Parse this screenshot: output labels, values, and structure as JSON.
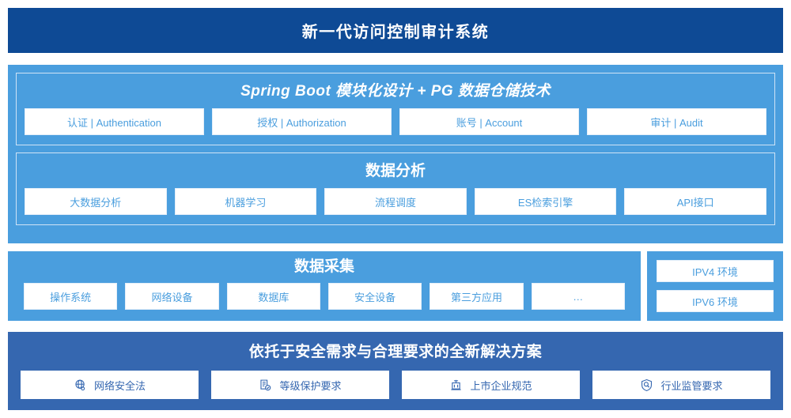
{
  "header": {
    "title": "新一代访问控制审计系统"
  },
  "colors": {
    "header_bg": "#0e4a95",
    "panel_blue": "#4a9ede",
    "bottom_blue": "#3567b0",
    "chip_bg": "#ffffff",
    "chip_text": "#4a9ede",
    "bottom_chip_text": "#3567b0"
  },
  "platform": {
    "title": "Spring Boot 模块化设计 + PG 数据仓储技术",
    "items": [
      {
        "label": "认证 | Authentication"
      },
      {
        "label": "授权 | Authorization"
      },
      {
        "label": "账号 | Account"
      },
      {
        "label": "审计 | Audit"
      }
    ]
  },
  "analysis": {
    "title": "数据分析",
    "items": [
      {
        "label": "大数据分析"
      },
      {
        "label": "机器学习"
      },
      {
        "label": "流程调度"
      },
      {
        "label": "ES检索引擎"
      },
      {
        "label": "API接口"
      }
    ]
  },
  "collection": {
    "title": "数据采集",
    "items": [
      {
        "label": "操作系统"
      },
      {
        "label": "网络设备"
      },
      {
        "label": "数据库"
      },
      {
        "label": "安全设备"
      },
      {
        "label": "第三方应用"
      },
      {
        "label": "…"
      }
    ]
  },
  "environment": {
    "items": [
      {
        "label": "IPV4 环境"
      },
      {
        "label": "IPV6 环境"
      }
    ]
  },
  "compliance": {
    "title": "依托于安全需求与合理要求的全新解决方案",
    "items": [
      {
        "label": "网络安全法",
        "icon": "globe-network-icon"
      },
      {
        "label": "等级保护要求",
        "icon": "document-check-icon"
      },
      {
        "label": "上市企业规范",
        "icon": "bank-building-icon"
      },
      {
        "label": "行业监管要求",
        "icon": "shield-search-icon"
      }
    ]
  }
}
